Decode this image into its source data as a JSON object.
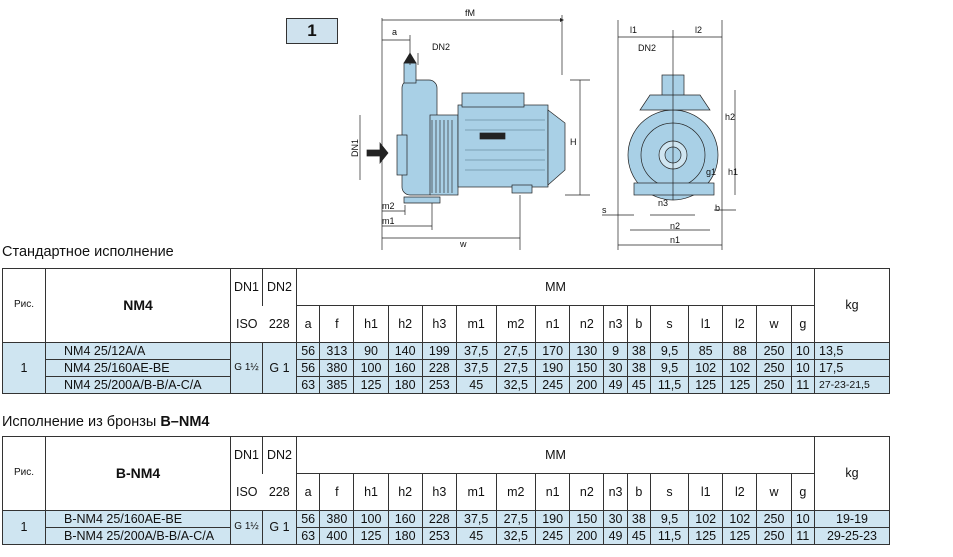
{
  "figure_badge": "1",
  "drawing_labels": {
    "fM": "fM",
    "a": "a",
    "DN2": "DN2",
    "DN1": "DN1",
    "H": "H",
    "m2": "m2",
    "m1": "m1",
    "w": "w",
    "l1": "l1",
    "l2": "l2",
    "h2": "h2",
    "h1": "h1",
    "g1": "g1",
    "s": "s",
    "n3": "n3",
    "b": "b",
    "n2": "n2",
    "n1": "n1"
  },
  "section1_title": "Стандартное исполнение",
  "section2_title_prefix": "Исполнение из бронзы",
  "section2_title_bold": "B–NM4",
  "table_headers": {
    "ris": "Рис.",
    "dn1": "DN1",
    "dn2": "DN2",
    "iso": "ISO",
    "iso_num": "228",
    "mm": "MM",
    "kg": "kg",
    "cols": [
      "a",
      "f",
      "h1",
      "h2",
      "h3",
      "m1",
      "m2",
      "n1",
      "n2",
      "n3",
      "b",
      "s",
      "l1",
      "l2",
      "w",
      "g"
    ]
  },
  "table1": {
    "model_header": "NM4",
    "ris": "1",
    "dn1": "G 1½",
    "dn2": "G 1",
    "rows": [
      {
        "model": "NM4 25/12A/A",
        "vals": [
          "56",
          "313",
          "90",
          "140",
          "199",
          "37,5",
          "27,5",
          "170",
          "130",
          "9",
          "38",
          "9,5",
          "85",
          "88",
          "250",
          "10"
        ],
        "kg": "13,5"
      },
      {
        "model": "NM4 25/160AE-BE",
        "vals": [
          "56",
          "380",
          "100",
          "160",
          "228",
          "37,5",
          "27,5",
          "190",
          "150",
          "30",
          "38",
          "9,5",
          "102",
          "102",
          "250",
          "10"
        ],
        "kg": "17,5"
      },
      {
        "model": "NM4 25/200A/B-B/A-C/A",
        "vals": [
          "63",
          "385",
          "125",
          "180",
          "253",
          "45",
          "32,5",
          "245",
          "200",
          "49",
          "45",
          "11,5",
          "125",
          "125",
          "250",
          "11"
        ],
        "kg": "27-23-21,5"
      }
    ]
  },
  "table2": {
    "model_header": "B-NM4",
    "ris": "1",
    "dn1": "G 1½",
    "dn2": "G 1",
    "rows": [
      {
        "model": "B-NM4 25/160AE-BE",
        "vals": [
          "56",
          "380",
          "100",
          "160",
          "228",
          "37,5",
          "27,5",
          "190",
          "150",
          "30",
          "38",
          "9,5",
          "102",
          "102",
          "250",
          "10"
        ],
        "kg": "19-19"
      },
      {
        "model": "B-NM4 25/200A/B-B/A-C/A",
        "vals": [
          "63",
          "400",
          "125",
          "180",
          "253",
          "45",
          "32,5",
          "245",
          "200",
          "49",
          "45",
          "11,5",
          "125",
          "125",
          "250",
          "11"
        ],
        "kg": "29-25-23"
      }
    ]
  },
  "colors": {
    "row_fill": "#cfe5f1",
    "pump_fill": "#a9d0e6",
    "line": "#222"
  }
}
